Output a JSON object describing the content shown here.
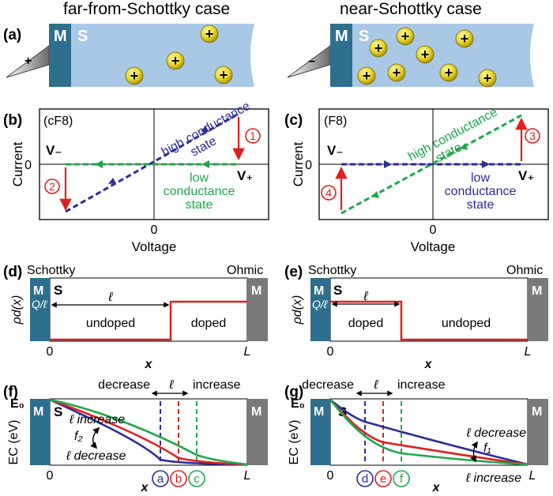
{
  "colors": {
    "metal": "#2e6f8e",
    "semiconductor": "#a8c8e6",
    "ohmic_metal": "#7a7a7a",
    "charge_fill": "#e7d62a",
    "high_state": "#2b2d9a",
    "low_state": "#1ea84a",
    "red": "#e02020",
    "axis": "#000000"
  },
  "icons": {
    "tip": "probe-tip-icon",
    "charge": "positive-charge-icon",
    "step_badge": "circled-number-icon"
  },
  "panel_a": {
    "label": "(a)",
    "title": "far-from-Schottky case",
    "metal_letter": "M",
    "semi_letter": "S",
    "tip_sign": "+",
    "charge_sign": "+"
  },
  "panel_a2": {
    "title": "near-Schottky case",
    "metal_letter": "M",
    "semi_letter": "S",
    "tip_sign": "–",
    "charge_sign": "+"
  },
  "panel_b": {
    "label": "(b)",
    "sample": "(cF8)",
    "high": [
      "high conductance",
      "state"
    ],
    "low": [
      "low",
      "conductance",
      "state"
    ],
    "v_minus": "V₋",
    "v_plus": "V₊",
    "step_top": "1",
    "step_bottom": "2",
    "y_title": "Current",
    "x_title": "Voltage",
    "zero": "0"
  },
  "panel_c": {
    "label": "(c)",
    "sample": "(F8)",
    "high": [
      "high conductance",
      "state"
    ],
    "low": [
      "low",
      "conductance",
      "state"
    ],
    "v_minus": "V₋",
    "v_plus": "V₊",
    "step_top": "3",
    "step_bottom": "4",
    "y_title": "Current",
    "x_title": "Voltage",
    "zero": "0"
  },
  "panel_d": {
    "label": "(d)",
    "schottky": "Schottky",
    "ohmic": "Ohmic",
    "m": "M",
    "s": "S",
    "y_title": "ρd(x)",
    "q_over_l": "Q/ℓ",
    "ell": "ℓ",
    "region_1": "undoped",
    "region_2": "doped",
    "origin": "0",
    "end": "L",
    "x_var": "x"
  },
  "panel_e": {
    "label": "(e)",
    "schottky": "Schottky",
    "ohmic": "Ohmic",
    "m": "M",
    "s": "S",
    "y_title": "ρd(x)",
    "q_over_l": "Q/ℓ",
    "ell": "ℓ",
    "region_1": "doped",
    "region_2": "undoped",
    "origin": "0",
    "end": "L",
    "x_var": "x"
  },
  "panel_f": {
    "label": "(f)",
    "decrease": "decrease",
    "increase": "increase",
    "ell": "ℓ",
    "e0": "E₀",
    "m": "M",
    "s": "S",
    "y_title": "EC (eV)",
    "ell_increase": "ℓ increase",
    "ell_decrease": "ℓ decrease",
    "f_label": "f₂",
    "origin": "0",
    "end": "L",
    "x_var": "x",
    "tags": [
      "a",
      "b",
      "c"
    ]
  },
  "panel_g": {
    "label": "(g)",
    "decrease": "decrease",
    "increase": "increase",
    "ell": "ℓ",
    "e0": "E₀",
    "m": "M",
    "s": "S",
    "y_title": "EC (eV)",
    "ell_decrease": "ℓ decrease",
    "ell_increase": "ℓ increase",
    "f_label": "f₁",
    "origin": "0",
    "end": "L",
    "x_var": "x",
    "tags": [
      "d",
      "e",
      "f"
    ]
  }
}
